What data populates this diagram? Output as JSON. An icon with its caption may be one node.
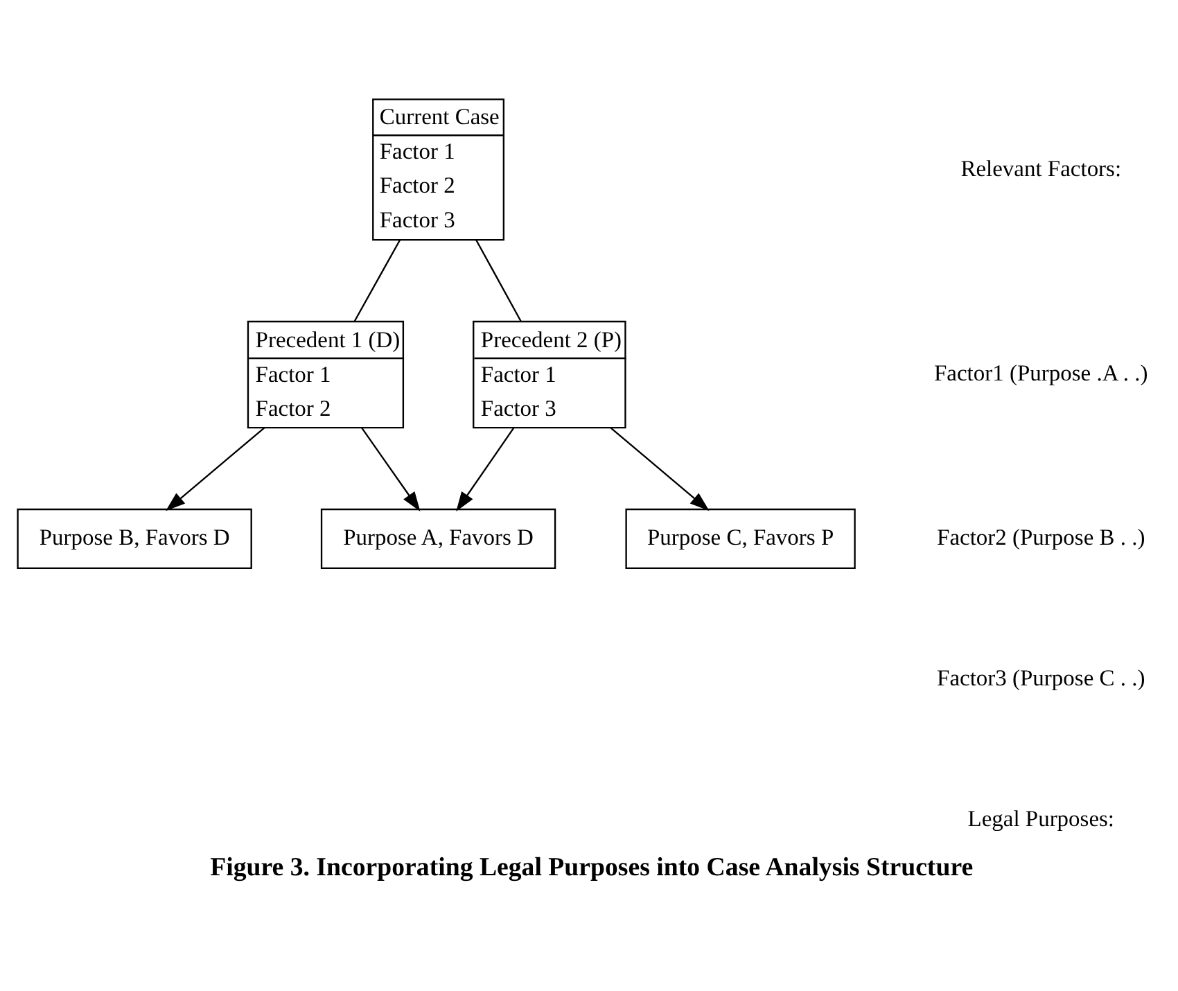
{
  "diagram": {
    "caption": "Figure 3. Incorporating Legal Purposes into Case Analysis Structure",
    "nodes": [
      {
        "text": [
          "Current Case",
          "Factor 1",
          "Factor 2",
          "Factor 3"
        ]
      },
      {
        "text": [
          "Precedent 1 (D)",
          "Factor 1",
          "Factor 2"
        ]
      },
      {
        "text": [
          "Precedent 2 (P)",
          "Factor 1",
          "Factor 3"
        ]
      },
      {
        "text": [
          "Purpose A, Favors D"
        ]
      },
      {
        "text": [
          "Purpose C, Favors P"
        ]
      },
      {
        "text": [
          "Purpose B, Favors D"
        ]
      }
    ],
    "edges": [
      {
        "from": 0,
        "to": 1,
        "arrow": "none"
      },
      {
        "from": 0,
        "to": 2,
        "arrow": "none"
      },
      {
        "from": 1,
        "to": 3,
        "arrow": "to"
      },
      {
        "from": 1,
        "to": 5,
        "arrow": "to"
      },
      {
        "from": 2,
        "to": 3,
        "arrow": "to"
      },
      {
        "from": 2,
        "to": 4,
        "arrow": "to"
      }
    ],
    "labels": [
      "Relevant Factors:",
      "Factor1 (Purpose .A . .)",
      "Factor2 (Purpose B . .)",
      "Factor3 (Purpose C . .)",
      "Legal Purposes:"
    ]
  }
}
